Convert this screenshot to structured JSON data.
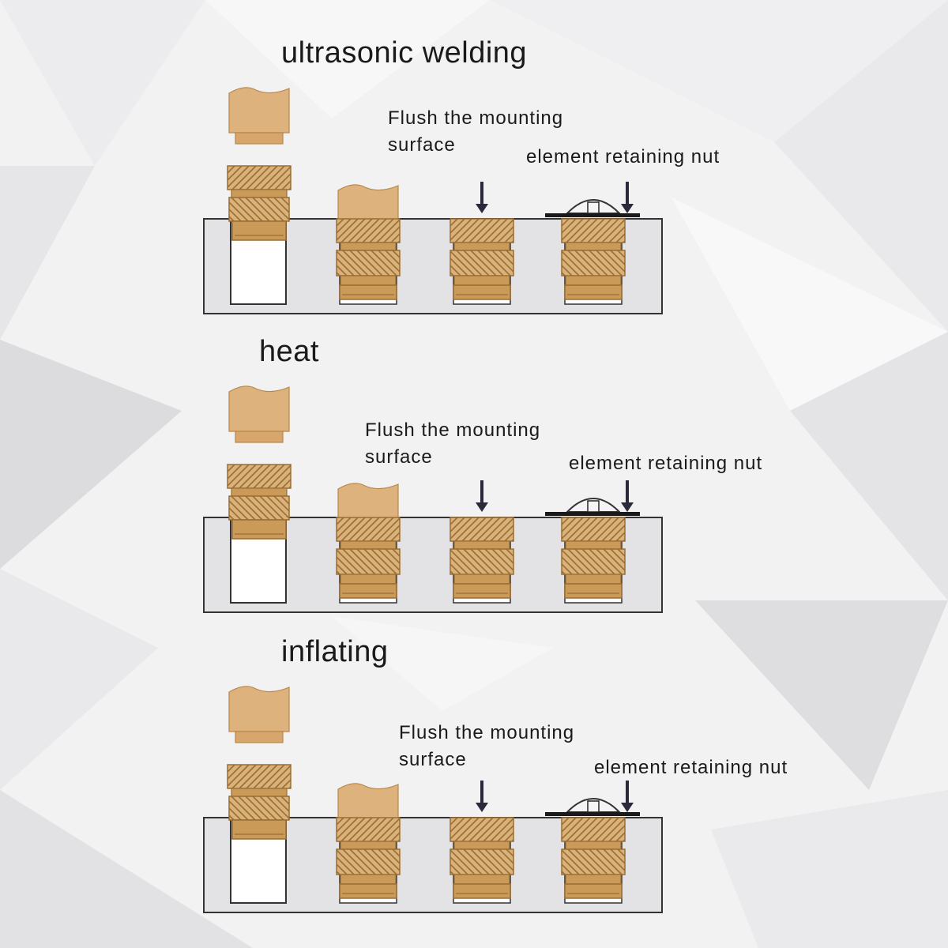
{
  "panels": [
    {
      "id": "ultrasonic",
      "title": "ultrasonic welding",
      "flush_line1": "Flush the mounting",
      "flush_line2": "surface",
      "nut_label": "element retaining nut"
    },
    {
      "id": "heat",
      "title": "heat",
      "flush_line1": "Flush the mounting",
      "flush_line2": "surface",
      "nut_label": "element retaining nut"
    },
    {
      "id": "inflating",
      "title": "inflating",
      "flush_line1": "Flush the mounting",
      "flush_line2": "surface",
      "nut_label": "element retaining nut"
    }
  ],
  "colors": {
    "brass_light": "#d9b27a",
    "brass_mid": "#c99a58",
    "brass_dark": "#9a6d34",
    "block_fill": "#e3e3e5",
    "outline": "#333333",
    "arrow": "#2a2a3a",
    "washer": "#1a1a1a"
  }
}
